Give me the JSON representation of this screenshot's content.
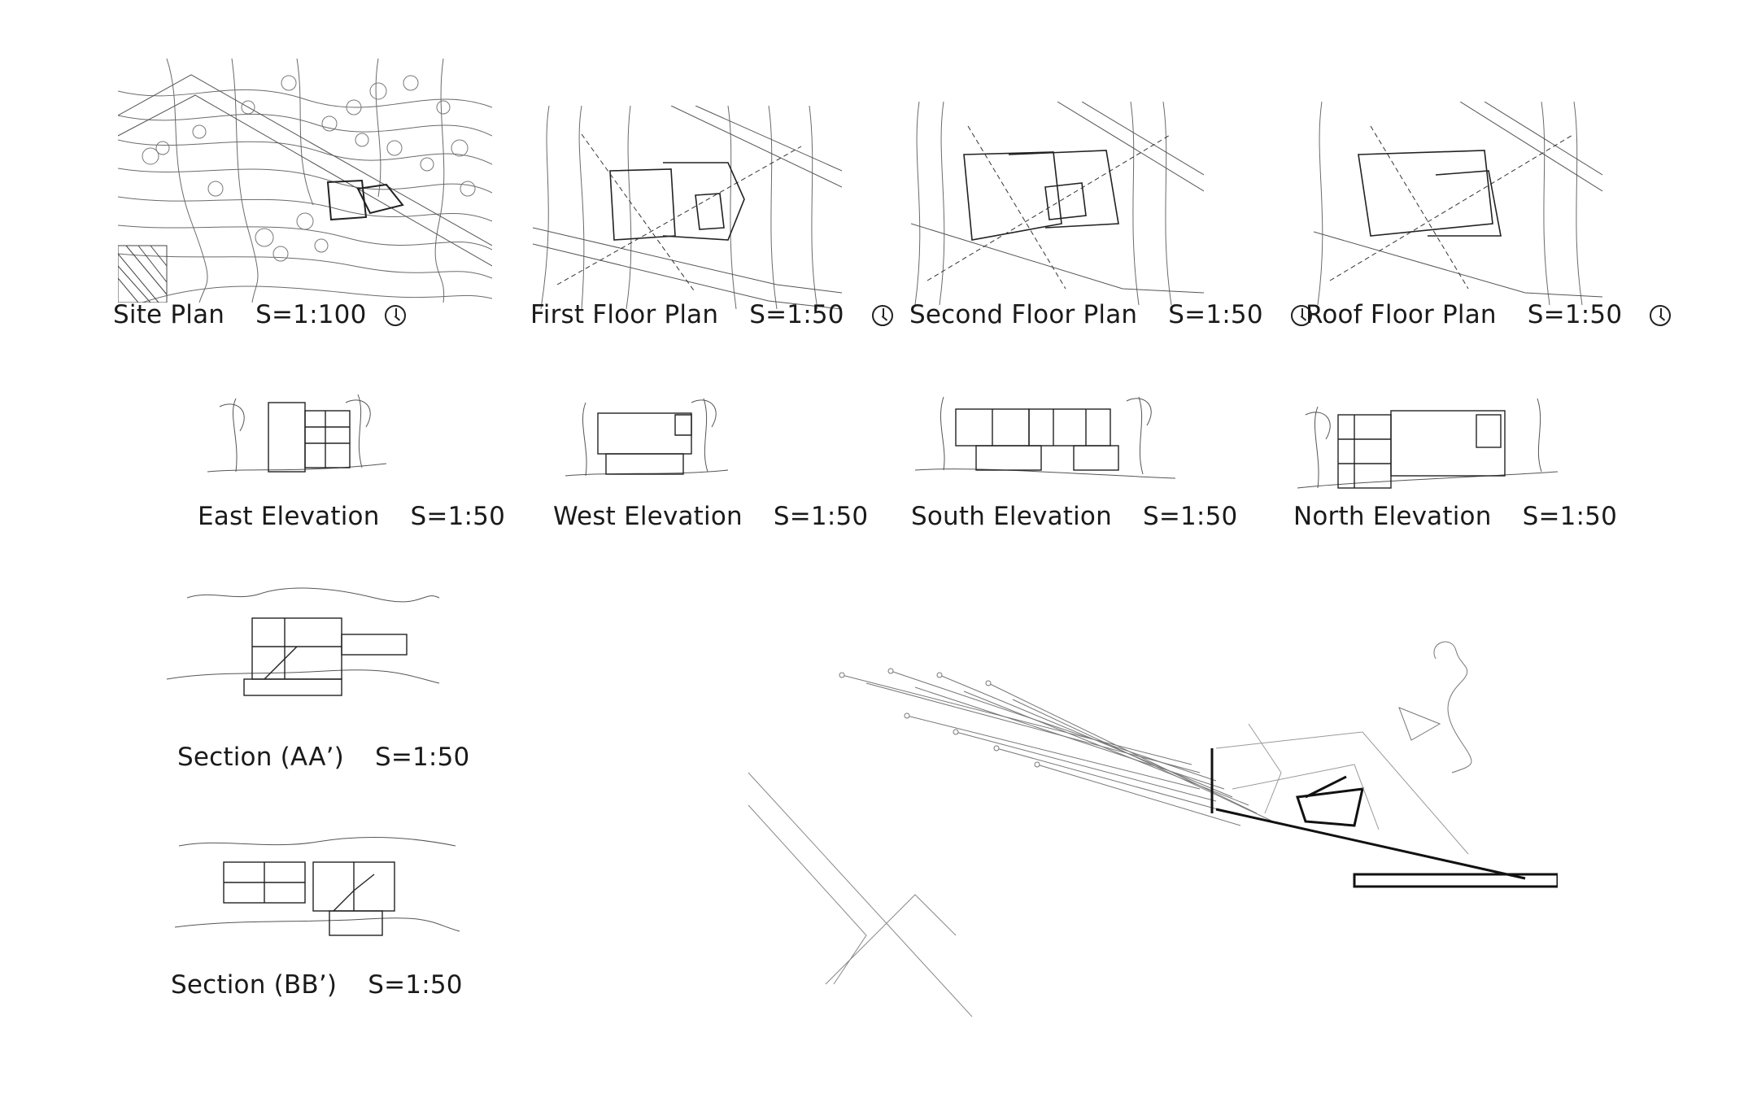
{
  "drawings": {
    "site_plan": {
      "label": "Site Plan",
      "scale": "S=1:100",
      "north_icon": "north-arrow-icon"
    },
    "first_floor_plan": {
      "label": "First Floor Plan",
      "scale": "S=1:50",
      "north_icon": "north-arrow-icon"
    },
    "second_floor_plan": {
      "label": "Second Floor Plan",
      "scale": "S=1:50",
      "north_icon": "north-arrow-icon"
    },
    "roof_floor_plan": {
      "label": "Roof Floor Plan",
      "scale": "S=1:50",
      "north_icon": "north-arrow-icon"
    },
    "east_elevation": {
      "label": "East Elevation",
      "scale": "S=1:50"
    },
    "west_elevation": {
      "label": "West Elevation",
      "scale": "S=1:50"
    },
    "south_elevation": {
      "label": "South Elevation",
      "scale": "S=1:50"
    },
    "north_elevation": {
      "label": "North Elevation",
      "scale": "S=1:50"
    },
    "section_aa": {
      "label": "Section (AA’)",
      "scale": "S=1:50"
    },
    "section_bb": {
      "label": "Section (BB’)",
      "scale": "S=1:50"
    }
  },
  "colors": {
    "ink": "#1a1a1a",
    "line": "#6a6a6a",
    "paper": "#ffffff"
  }
}
